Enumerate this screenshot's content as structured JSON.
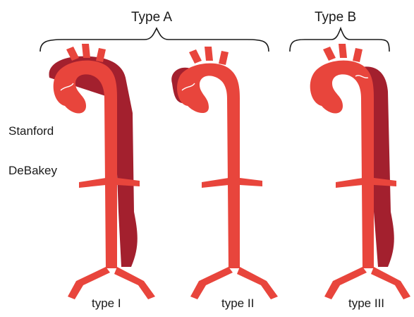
{
  "groups": [
    {
      "label": "Type A"
    },
    {
      "label": "Type B"
    }
  ],
  "row_labels": {
    "classification_1": "Stanford",
    "classification_2": "DeBakey"
  },
  "types": [
    {
      "label": "type I",
      "dissection": "ascending-arch-descending"
    },
    {
      "label": "type II",
      "dissection": "ascending-only"
    },
    {
      "label": "type III",
      "dissection": "descending-only"
    }
  ],
  "colors": {
    "aorta": "#e8453c",
    "aorta_highlight": "#f47a6a",
    "false_lumen": "#a3202e",
    "bracket": "#1a1a1a",
    "text": "#1a1a1a"
  }
}
